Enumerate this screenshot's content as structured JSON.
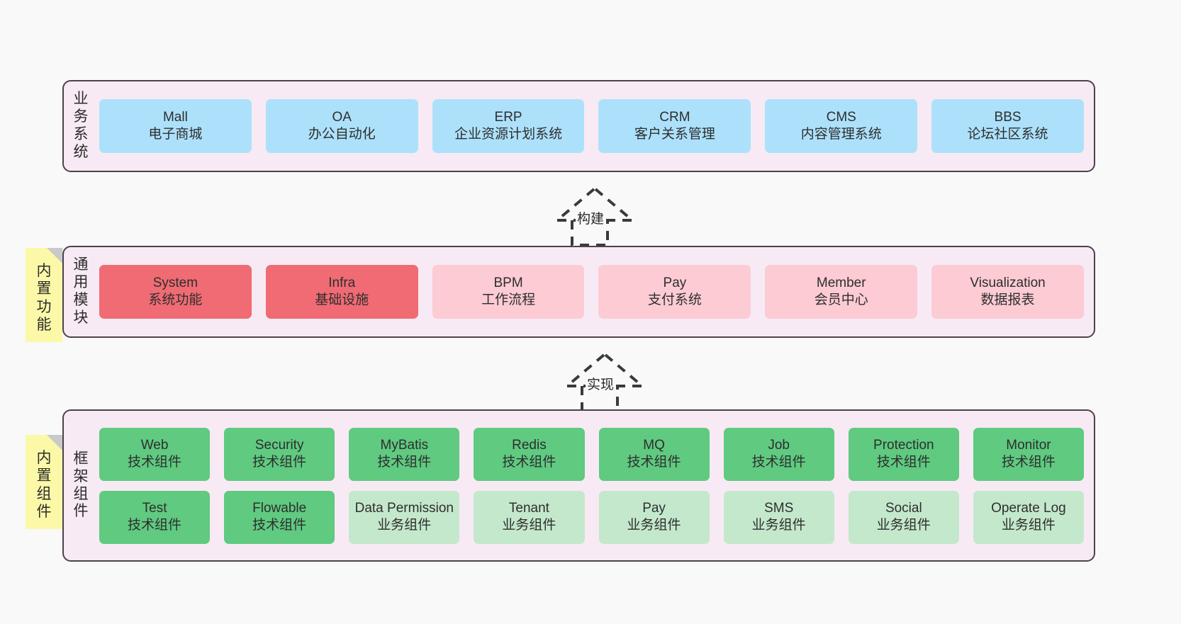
{
  "diagram": {
    "title": "ruoyi-vue-pro architecture layers",
    "background": "#f9f9f9",
    "panel_bg": "#f7eaf4",
    "panel_border": "#4c414c",
    "note_bg": "#fbf9a8"
  },
  "layers": [
    {
      "id": "business",
      "title": "业务系统",
      "box_color": "#ade1fb",
      "rows": [
        [
          {
            "en": "Mall",
            "cn": "电子商城",
            "color": "#ade1fb"
          },
          {
            "en": "OA",
            "cn": "办公自动化",
            "color": "#ade1fb"
          },
          {
            "en": "ERP",
            "cn": "企业资源计划系统",
            "color": "#ade1fb"
          },
          {
            "en": "CRM",
            "cn": "客户关系管理",
            "color": "#ade1fb"
          },
          {
            "en": "CMS",
            "cn": "内容管理系统",
            "color": "#ade1fb"
          },
          {
            "en": "BBS",
            "cn": "论坛社区系统",
            "color": "#ade1fb"
          }
        ]
      ]
    },
    {
      "id": "common",
      "title": "通用模块",
      "note": "内置功能",
      "rows": [
        [
          {
            "en": "System",
            "cn": "系统功能",
            "color": "#f06b73"
          },
          {
            "en": "Infra",
            "cn": "基础设施",
            "color": "#f06b73"
          },
          {
            "en": "BPM",
            "cn": "工作流程",
            "color": "#fccbd4"
          },
          {
            "en": "Pay",
            "cn": "支付系统",
            "color": "#fccbd4"
          },
          {
            "en": "Member",
            "cn": "会员中心",
            "color": "#fccbd4"
          },
          {
            "en": "Visualization",
            "cn": "数据报表",
            "color": "#fccbd4"
          }
        ]
      ]
    },
    {
      "id": "framework",
      "title": "框架组件",
      "note": "内置组件",
      "rows": [
        [
          {
            "en": "Web",
            "cn": "技术组件",
            "color": "#5fca80"
          },
          {
            "en": "Security",
            "cn": "技术组件",
            "color": "#5fca80"
          },
          {
            "en": "MyBatis",
            "cn": "技术组件",
            "color": "#5fca80"
          },
          {
            "en": "Redis",
            "cn": "技术组件",
            "color": "#5fca80"
          },
          {
            "en": "MQ",
            "cn": "技术组件",
            "color": "#5fca80"
          },
          {
            "en": "Job",
            "cn": "技术组件",
            "color": "#5fca80"
          },
          {
            "en": "Protection",
            "cn": "技术组件",
            "color": "#5fca80"
          },
          {
            "en": "Monitor",
            "cn": "技术组件",
            "color": "#5fca80"
          }
        ],
        [
          {
            "en": "Test",
            "cn": "技术组件",
            "color": "#5fca80"
          },
          {
            "en": "Flowable",
            "cn": "技术组件",
            "color": "#5fca80"
          },
          {
            "en": "Data Permission",
            "cn": "业务组件",
            "color": "#c4e8cc"
          },
          {
            "en": "Tenant",
            "cn": "业务组件",
            "color": "#c4e8cc"
          },
          {
            "en": "Pay",
            "cn": "业务组件",
            "color": "#c4e8cc"
          },
          {
            "en": "SMS",
            "cn": "业务组件",
            "color": "#c4e8cc"
          },
          {
            "en": "Social",
            "cn": "业务组件",
            "color": "#c4e8cc"
          },
          {
            "en": "Operate Log",
            "cn": "业务组件",
            "color": "#c4e8cc"
          }
        ]
      ]
    }
  ],
  "connectors": [
    {
      "id": "build",
      "label": "构建",
      "from": "common",
      "to": "business"
    },
    {
      "id": "implement",
      "label": "实现",
      "from": "framework",
      "to": "common"
    }
  ]
}
